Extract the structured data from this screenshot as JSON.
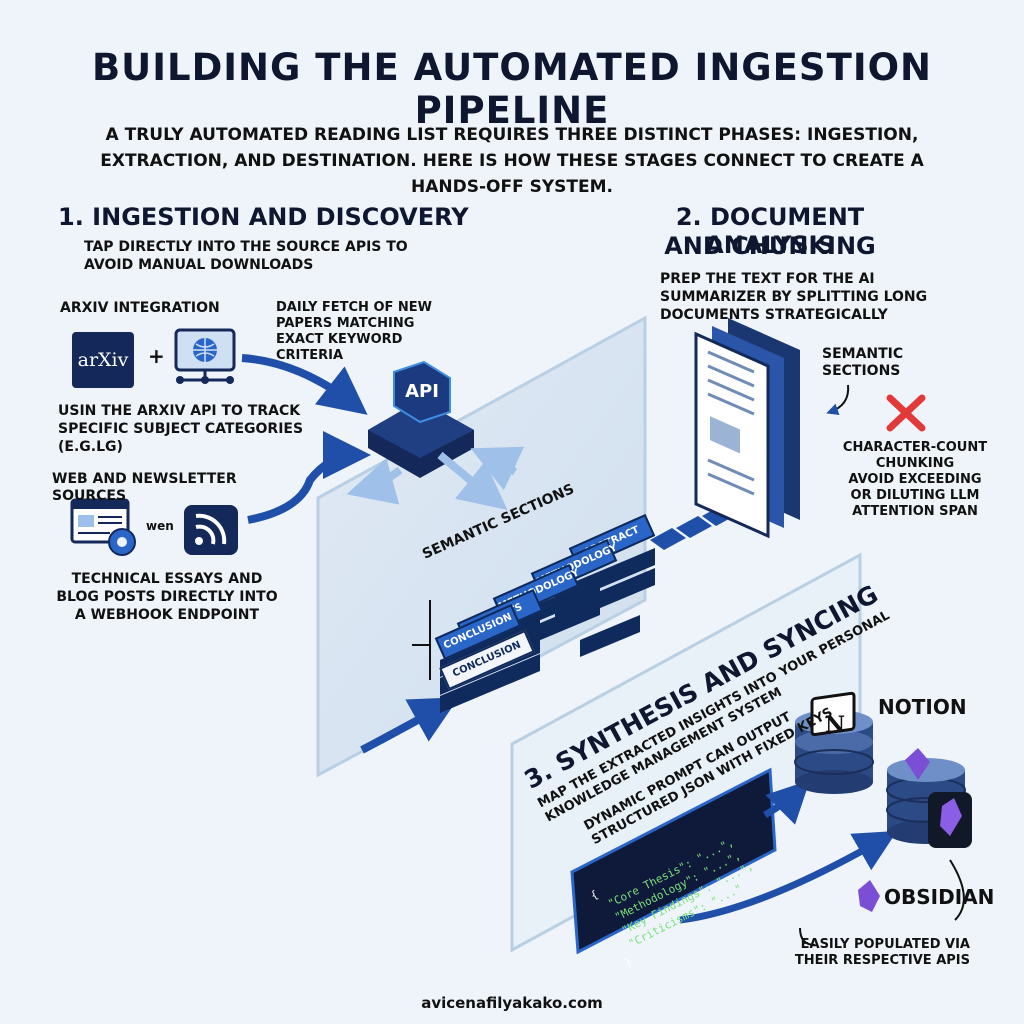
{
  "title": "BUILDING THE AUTOMATED INGESTION PIPELINE",
  "intro": "A TRULY AUTOMATED READING LIST REQUIRES THREE DISTINCT PHASES: INGESTION, EXTRACTION, AND DESTINATION. HERE IS HOW THESE STAGES CONNECT TO CREATE A HANDS-OFF SYSTEM.",
  "section1": {
    "heading": "1. INGESTION AND DISCOVERY",
    "desc": "TAP DIRECTLY INTO THE SOURCE APIs TO AVOID MANUAL DOWNLOADS",
    "arxiv_label": "ARXIV INTEGRATION",
    "arxiv_logo": "arXiv",
    "plus": "+",
    "fetch_note": "DAILY FETCH OF NEW PAPERS MATCHING EXACT KEYWORD CRITERIA",
    "arxiv_desc": "USIN THE ARXiv API TO TRACK SPECIFIC SUBJECT CATEGORIES (e.g.LG)",
    "web_label": "WEB AND NEWSLETTER SOURCES",
    "wen": "wen",
    "web_desc": "TECHNICAL ESSAYS AND BLOG POSTS DIRECTLY INTO A WEBHOOK ENDPOINT",
    "api_label": "API"
  },
  "section2": {
    "heading_line1": "2. DOCUMENT ANALYSIS",
    "heading_line2": "AND CHUNKING",
    "desc": "PREP THE TEXT FOR THE AI SUMMARIZER BY SPLITTING LONG DOCUMENTS STRATEGICALLY",
    "semantic_note": "SEMANTIC SECTIONS",
    "char_line1": "CHARACTER-COUNT",
    "char_line2": "CHUNKING",
    "char_line3": "AVOID EXCEEDING",
    "char_line4": "OR DILUTING LLM",
    "char_line5": "ATTENTION SPAN",
    "stack_title": "SEMANTIC SECTIONS",
    "chunks": [
      "ABSTRACT",
      "METHODOLOGY",
      "METHODOLOGY",
      "RESULTS",
      "CONCLUSION",
      "CONCLUSION"
    ]
  },
  "section3": {
    "heading": "3. SYNTHESIS AND SYNCING",
    "desc_line1": "MAP THE EXTRACTED INSIGHTS INTO YOUR PERSONAL",
    "desc_line2": "KNOWLEDGE MANAGEMENT SYSTEM",
    "prompt_line1": "DYNAMIC PROMPT CAN OUTPUT",
    "prompt_line2": "STRUCTURED JSON WITH FIXED KEYS",
    "json_open": "{",
    "json_lines": [
      "\"Core Thesis\": \"...\",",
      "\"Methodology\": \"...\",",
      "\"Key Findings\": \"...\",",
      "\"Criticisms\": \"...\""
    ],
    "json_close": "}",
    "notion_label": "NOTION",
    "notion_logo": "N",
    "obsidian_label": "OBSIDIAN",
    "sync_line1": "EASILY POPULATED via",
    "sync_line2": "THEIR RESPECTIVE APIs"
  },
  "footer": "avicenafilyakako.com",
  "colors": {
    "navy": "#0f2a5c",
    "blue": "#2a66c8",
    "bright_blue": "#3d8de0",
    "dark": "#0f1730",
    "red_x": "#e23a3a",
    "purple": "#7a4fd6"
  }
}
